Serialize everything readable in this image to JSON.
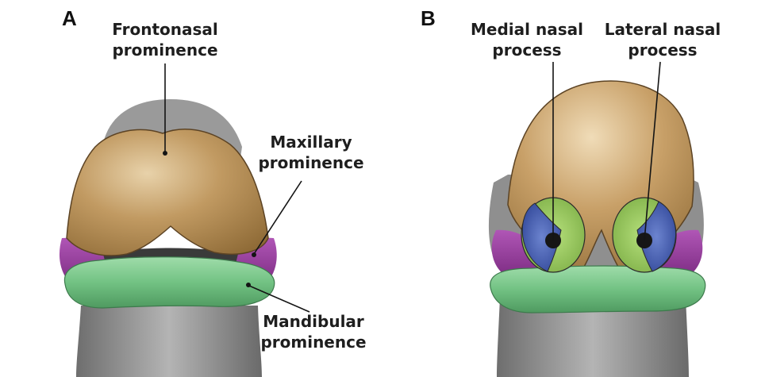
{
  "panels": [
    {
      "letter": "A",
      "labels": {
        "frontonasal": [
          "Frontonasal",
          "prominence"
        ],
        "maxillary": [
          "Maxillary",
          "prominence"
        ],
        "mandibular": [
          "Mandibular",
          "prominence"
        ]
      }
    },
    {
      "letter": "B",
      "labels": {
        "medial_nasal": [
          "Medial nasal",
          "process"
        ],
        "lateral_nasal": [
          "Lateral nasal",
          "process"
        ]
      }
    }
  ],
  "colors": {
    "frontonasal": "#b38850",
    "maxillary": "#9b3f9e",
    "mandibular": "#6fbf7e",
    "medial_nasal": "#4c67b6",
    "lateral_nasal": "#8fc35a",
    "neck": "#8b8b8b"
  }
}
